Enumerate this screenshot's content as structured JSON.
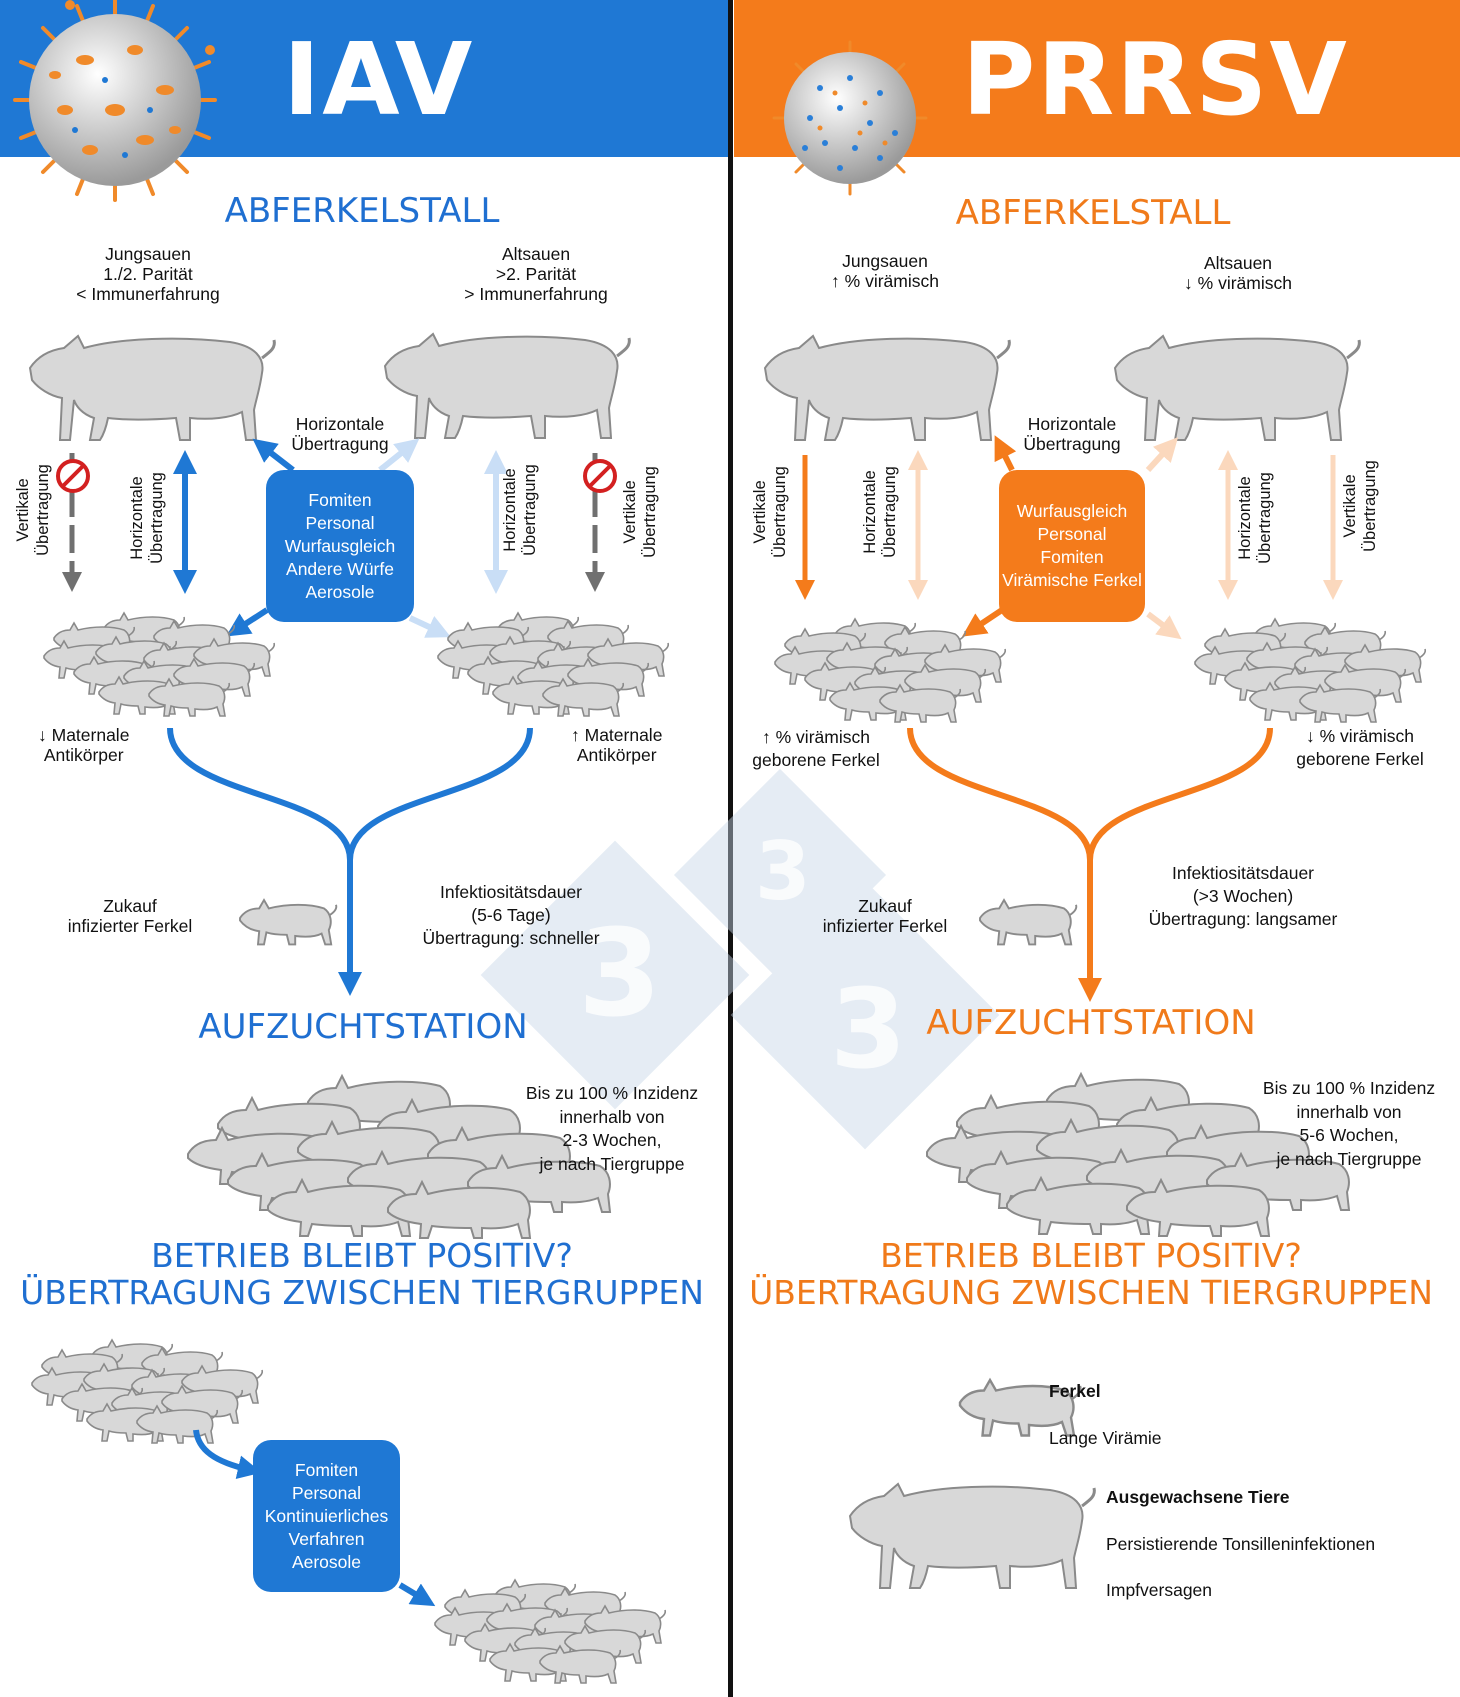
{
  "colors": {
    "iav_blue": "#1f78d4",
    "prrsv_orange": "#f47b1b",
    "pig_grey": "#d9d9d9",
    "pale_blue": "#c9def6",
    "pale_orange": "#fbd8bd"
  },
  "iav": {
    "title": "IAV",
    "abferkelstall": "ABFERKELSTALL",
    "jungsauen": [
      "Jungsauen",
      "1./2. Parität",
      "< Immunerfahrung"
    ],
    "altsauen": [
      "Altsauen",
      ">2. Parität",
      "> Immunerfahrung"
    ],
    "horizontal_top": [
      "Horizontale",
      "Übertragung"
    ],
    "vertikale": [
      "Vertikale",
      "Übertragung"
    ],
    "horizontale": [
      "Horizontale",
      "Übertragung"
    ],
    "box1": [
      "Fomiten",
      "Personal",
      "Wurfausgleich",
      "Andere Würfe",
      "Aerosole"
    ],
    "maternal_low": [
      "↓ Maternale",
      "Antikörper"
    ],
    "maternal_high": [
      "↑ Maternale",
      "Antikörper"
    ],
    "zukauf": [
      "Zukauf",
      "infizierter Ferkel"
    ],
    "infekt": [
      "Infektiositätsdauer",
      "(5-6 Tage)",
      "Übertragung: schneller"
    ],
    "aufzucht": "AUFZUCHTSTATION",
    "inzidenz": [
      "Bis zu 100 % Inzidenz",
      "innerhalb von",
      "2-3 Wochen,",
      "je nach Tiergruppe"
    ],
    "betrieb": [
      "BETRIEB BLEIBT POSITIV?",
      "ÜBERTRAGUNG ZWISCHEN TIERGRUPPEN"
    ],
    "box2": [
      "Fomiten",
      "Personal",
      "Kontinuierliches",
      "Verfahren",
      "Aerosole"
    ]
  },
  "prrsv": {
    "title": "PRRSV",
    "abferkelstall": "ABFERKELSTALL",
    "jungsauen": [
      "Jungsauen",
      "↑ % virämisch"
    ],
    "altsauen": [
      "Altsauen",
      "↓ % virämisch"
    ],
    "horizontal_top": [
      "Horizontale",
      "Übertragung"
    ],
    "vertikale": [
      "Vertikale",
      "Übertragung"
    ],
    "horizontale": [
      "Horizontale",
      "Übertragung"
    ],
    "box1": [
      "Wurfausgleich",
      "Personal",
      "Fomiten",
      "Virämische Ferkel"
    ],
    "viraemisch_high": [
      "↑ % virämisch",
      "geborene Ferkel"
    ],
    "viraemisch_low": [
      "↓ % virämisch",
      "geborene Ferkel"
    ],
    "zukauf": [
      "Zukauf",
      "infizierter Ferkel"
    ],
    "infekt": [
      "Infektiositätsdauer",
      "(>3 Wochen)",
      "Übertragung: langsamer"
    ],
    "aufzucht": "AUFZUCHTSTATION",
    "inzidenz": [
      "Bis zu 100 % Inzidenz",
      "innerhalb von",
      "5-6 Wochen,",
      "je nach Tiergruppe"
    ],
    "betrieb": [
      "BETRIEB BLEIBT POSITIV?",
      "ÜBERTRAGUNG ZWISCHEN TIERGRUPPEN"
    ],
    "ferkel": "Ferkel",
    "lange": "Lange Virämie",
    "ausgewachsene": "Ausgewachsene Tiere",
    "persist": "Persistierende Tonsilleninfektionen",
    "impf": "Impfversagen"
  },
  "watermark": "3"
}
